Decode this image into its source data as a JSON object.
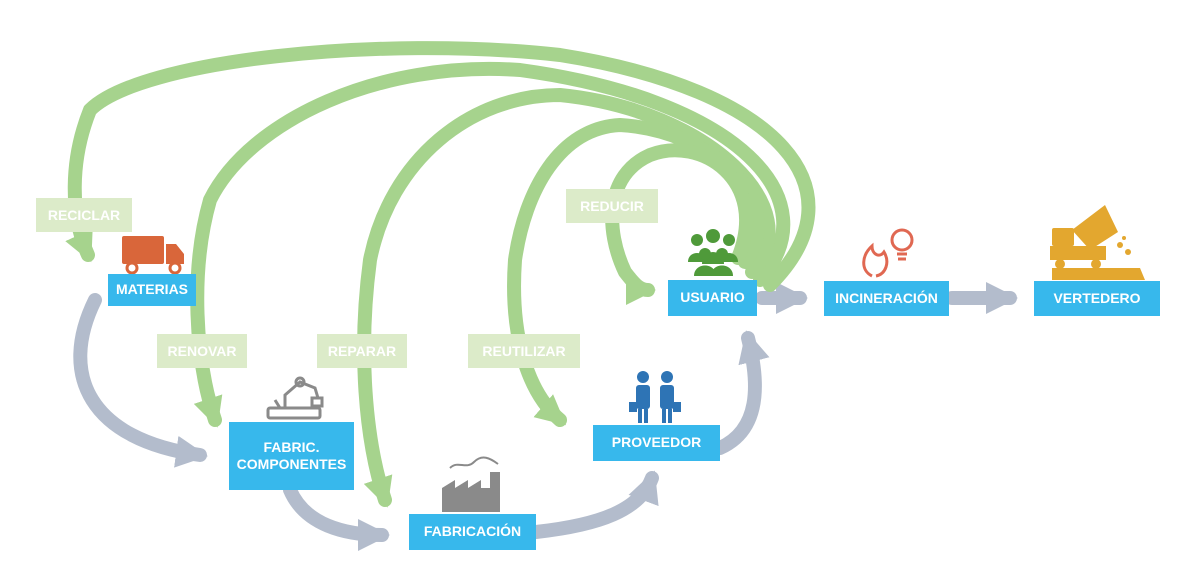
{
  "nodes": {
    "materias": "MATERIAS",
    "fabric_line1": "FABRIC.",
    "fabric_line2": "COMPONENTES",
    "fabricacion": "FABRICACIÓN",
    "proveedor": "PROVEEDOR",
    "usuario": "USUARIO",
    "incineracion": "INCINERACIÓN",
    "vertedero": "VERTEDERO"
  },
  "loops": {
    "reciclar": "RECICLAR",
    "renovar": "RENOVAR",
    "reparar": "REPARAR",
    "reutilizar": "REUTILIZAR",
    "reducir": "REDUCIR"
  },
  "icons": {
    "materias": "truck-icon",
    "fabric": "robot-arm-icon",
    "fabricacion": "factory-icon",
    "proveedor": "handshake-icon",
    "usuario": "people-group-icon",
    "incineracion": "flame-bulb-icon",
    "vertedero": "dump-truck-icon"
  },
  "colors": {
    "node": "#37b8ec",
    "loop": "#a6d38d",
    "tag": "#dcebc9",
    "flow": "#b3bccc",
    "truck": "#d9663a",
    "fire": "#e06852",
    "dump": "#e3a72f",
    "people": "#4f9a3a",
    "business": "#2e74b5",
    "gray_icon": "#8a8a8a"
  }
}
